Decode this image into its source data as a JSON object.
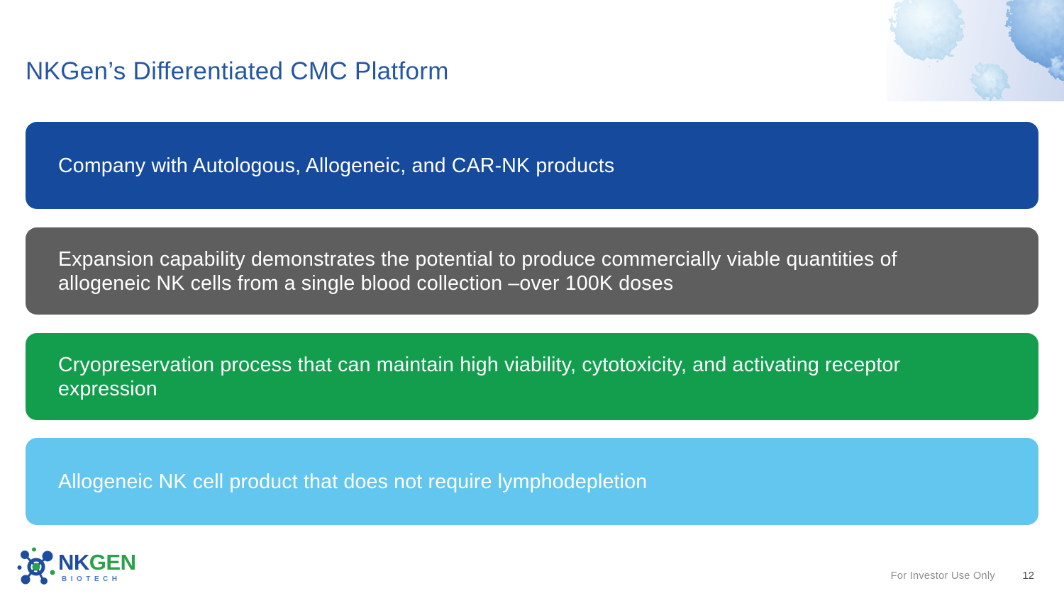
{
  "slide": {
    "title": "NKGen’s Differentiated CMC Platform",
    "footer_note": "For Investor Use Only",
    "page_number": "12"
  },
  "boxes": [
    {
      "label": "Company with Autologous, Allogeneic, and CAR-NK products",
      "color": "#164a9d"
    },
    {
      "label": "Expansion capability demonstrates the potential to produce commercially viable quantities of allogeneic NK cells from a single blood collection –over 100K doses",
      "color": "#5e5e5e"
    },
    {
      "label": "Cryopreservation process that can maintain high viability, cytotoxicity, and activating receptor expression",
      "color": "#129e4d"
    },
    {
      "label": "Allogeneic NK cell product that does not require lymphodepletion",
      "color": "#63c6ee"
    }
  ],
  "logo": {
    "nk": "NK",
    "gen": "GEN",
    "sub": "BIOTECH"
  },
  "icons": {
    "molecule_logo": "molecule-network-icon",
    "cells_decoration": "nk-cells-photo"
  },
  "colors": {
    "title": "#2456a4",
    "box_text": "#ffffff",
    "footer_note": "#8c8c8c",
    "page_number": "#4d4d4d",
    "logo_navy": "#1f4ca0",
    "logo_green": "#2aa14a",
    "logo_sub_blue": "#4d7cc3"
  }
}
